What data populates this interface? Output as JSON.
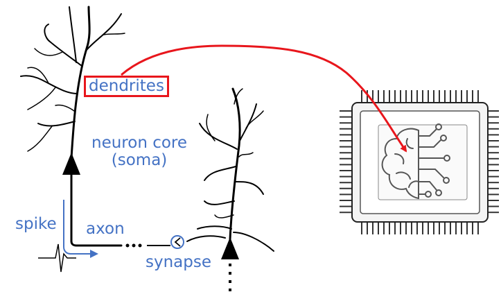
{
  "labels": {
    "dendrites": "dendrites",
    "neuron_core": "neuron core",
    "soma": "(soma)",
    "spike": "spike",
    "axon": "axon",
    "synapse": "synapse"
  },
  "colors": {
    "label_blue": "#4472c4",
    "highlight_red": "#e8161c",
    "ink": "#000000",
    "chip_body": "#f4f4f4",
    "chip_inner": "#ffffff",
    "chip_pins": "#333333"
  },
  "icons": {
    "chip": "cpu-chip-icon",
    "brain": "brain-circuit-icon"
  }
}
